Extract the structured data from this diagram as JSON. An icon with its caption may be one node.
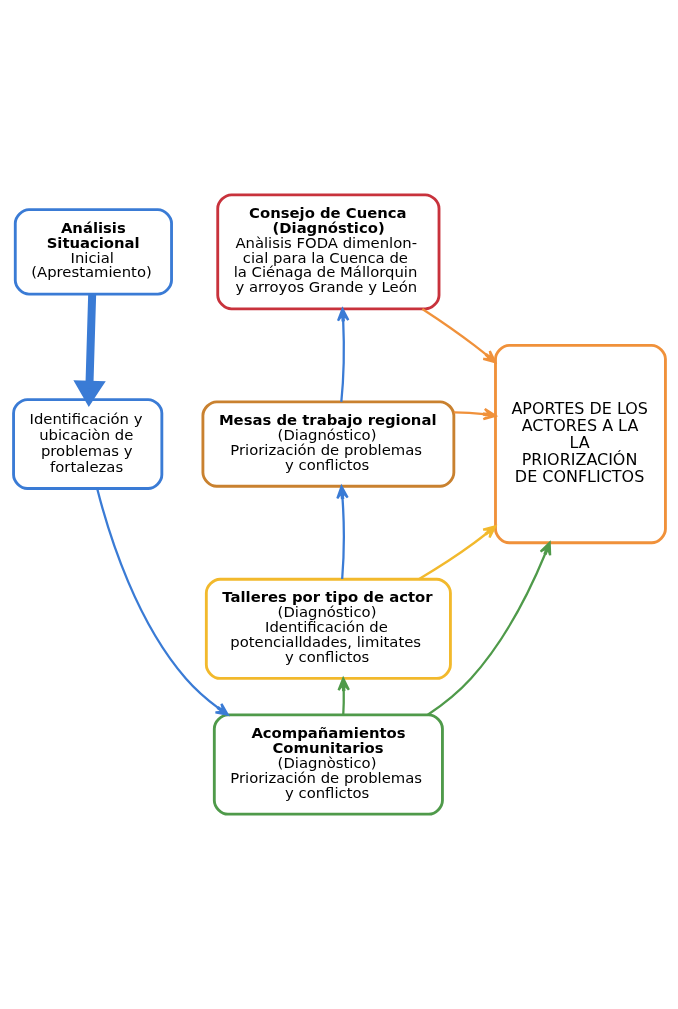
{
  "diagram": {
    "nodes": [
      {
        "text": [
          "Análisis Situacional",
          "Inicial (Aprestamiento)"
        ]
      },
      {
        "text": [
          "Identificación y ubicaciòn de problemas y fortalezas"
        ]
      },
      {
        "text": [
          "Consejo de Cuenca (Diagnóstico)",
          "Anàlisis FODA dimenlon- cial para la Cuenca de la Ciénaga de Mállorquin y arroyos Grande y León"
        ]
      },
      {
        "text": [
          "Mesas de trabajo regional",
          "(Diagnóstico)",
          "Priorización de problemas y conflictos"
        ]
      },
      {
        "text": [
          "Talleres por tipo de actor",
          "(Diagnóstico)",
          "Identificación de potencialldades, limitates y conflictos"
        ]
      },
      {
        "text": [
          "Acompañamientos Comunitarios",
          "(Diagnòstico)",
          "Priorización de problemas y conflictos"
        ]
      },
      {
        "text": [
          "APORTES DE LOS ACTORES A LA LA PRIORIZACIÓN DE CONFLICTOS"
        ]
      }
    ],
    "edges": [
      {
        "from": 0,
        "to": 1,
        "arrow": "to",
        "style": "thick"
      },
      {
        "from": 1,
        "to": 5,
        "arrow": "to"
      },
      {
        "from": 5,
        "to": 4,
        "arrow": "to",
        "color": "#4f9a4a"
      },
      {
        "from": 4,
        "to": 3,
        "arrow": "to"
      },
      {
        "from": 3,
        "to": 2,
        "arrow": "to"
      },
      {
        "from": 2,
        "to": 6,
        "arrow": "to",
        "color": "#f0913a"
      },
      {
        "from": 3,
        "to": 6,
        "arrow": "to",
        "color": "#f0913a"
      },
      {
        "from": 4,
        "to": 6,
        "arrow": "to",
        "color": "#f2b92c"
      },
      {
        "from": 5,
        "to": 6,
        "arrow": "to",
        "color": "#4f9a4a"
      }
    ]
  }
}
